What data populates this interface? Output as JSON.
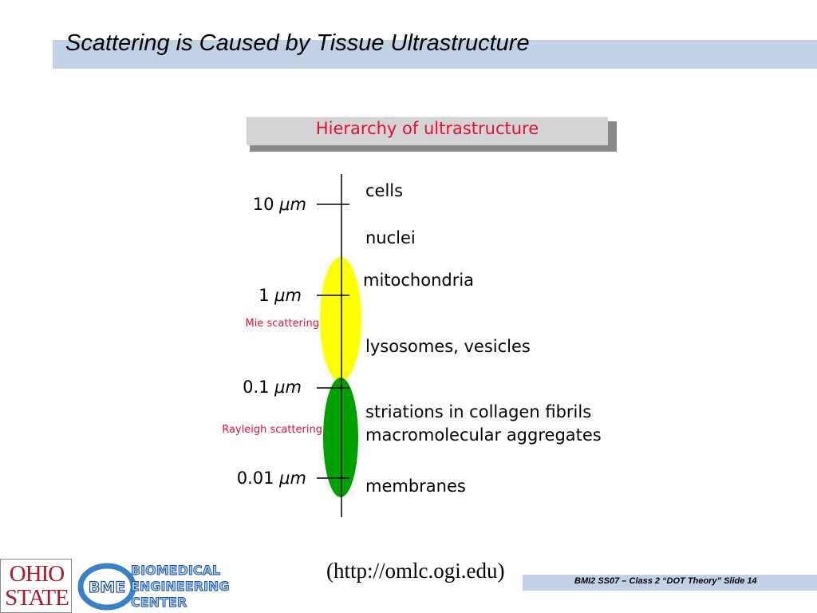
{
  "slide": {
    "title": "Scattering is Caused by Tissue Ultrastructure",
    "source_url": "(http://omlc.ogi.edu)",
    "footer": "BMI2 SS07 – Class 2 “DOT Theory” Slide 14"
  },
  "figure": {
    "header": "Hierarchy of ultrastructure",
    "scale_ticks": [
      {
        "value": "10",
        "unit": "μm"
      },
      {
        "value": "1",
        "unit": "μm"
      },
      {
        "value": "0.1",
        "unit": "μm"
      },
      {
        "value": "0.01",
        "unit": "μm"
      }
    ],
    "structures": [
      "cells",
      "nuclei",
      "mitochondria",
      "lysosomes, vesicles",
      "striations in collagen fibrils",
      "macromolecular aggregates",
      "membranes"
    ],
    "regions": [
      {
        "label": "Mie scattering",
        "color": "#ffff00"
      },
      {
        "label": "Rayleigh scattering",
        "color": "#00a000"
      }
    ],
    "label_color": "#e0103a"
  },
  "logos": {
    "osu": [
      "OHIO",
      "STATE"
    ],
    "bme_mark": "BME",
    "bme_name": [
      "BIOMEDICAL",
      "ENGINEERING",
      "CENTER"
    ]
  }
}
